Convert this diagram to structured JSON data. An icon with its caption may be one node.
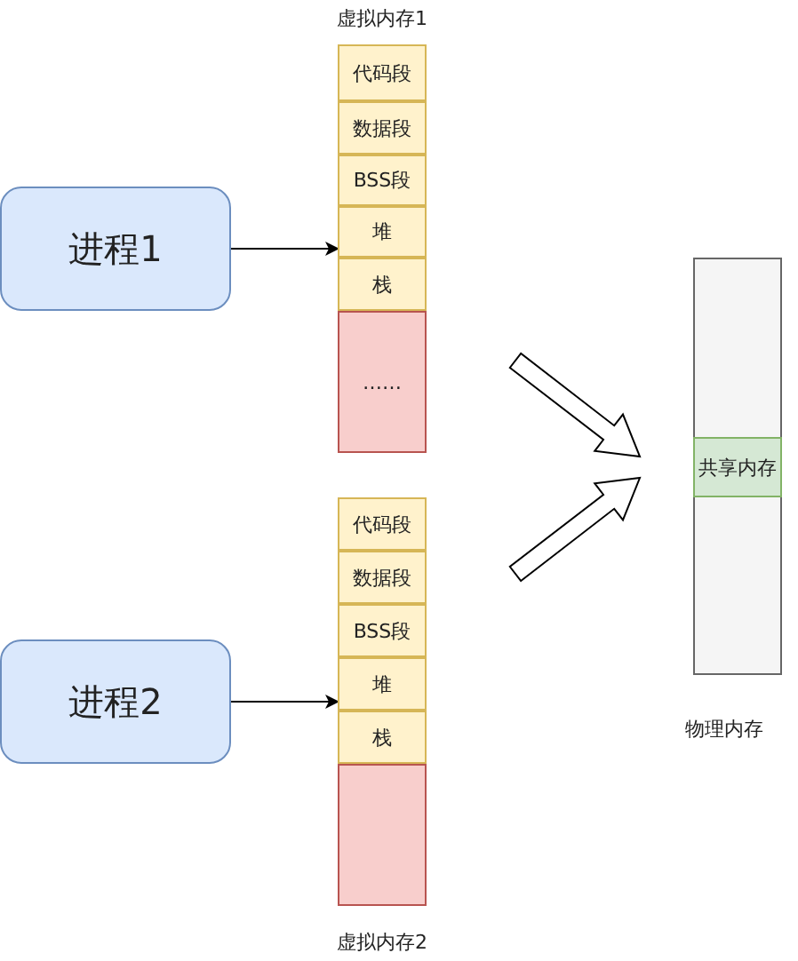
{
  "diagram": {
    "nodes": [
      {
        "text": [
          "进程1"
        ]
      },
      {
        "text": [
          "虚拟内存1"
        ]
      },
      {
        "text": [
          "代码段"
        ],
        "in": 1
      },
      {
        "text": [
          "数据段"
        ],
        "in": 1
      },
      {
        "text": [
          "BSS段"
        ],
        "in": 1
      },
      {
        "text": [
          "堆"
        ],
        "in": 1
      },
      {
        "text": [
          "栈"
        ],
        "in": 1
      },
      {
        "text": [
          "……"
        ],
        "in": 1
      },
      {
        "text": [
          "进程2"
        ]
      },
      {
        "text": [
          "虚拟内存2"
        ]
      },
      {
        "text": [
          "代码段"
        ],
        "in": 9
      },
      {
        "text": [
          "数据段"
        ],
        "in": 9
      },
      {
        "text": [
          "BSS段"
        ],
        "in": 9
      },
      {
        "text": [
          "堆"
        ],
        "in": 9
      },
      {
        "text": [
          "栈"
        ],
        "in": 9
      },
      {
        "text": [],
        "shape": "box",
        "in": 9
      },
      {
        "text": [
          "物理内存"
        ]
      },
      {
        "text": [
          "共享内存"
        ],
        "in": 16
      }
    ],
    "edges": [
      {
        "from": 0,
        "to": 5,
        "arrow": "to"
      },
      {
        "from": 8,
        "to": 13,
        "arrow": "to"
      },
      {
        "from": 1,
        "to": 17,
        "arrow": "to",
        "style": "thick"
      },
      {
        "from": 9,
        "to": 17,
        "arrow": "to",
        "style": "thick"
      }
    ]
  }
}
